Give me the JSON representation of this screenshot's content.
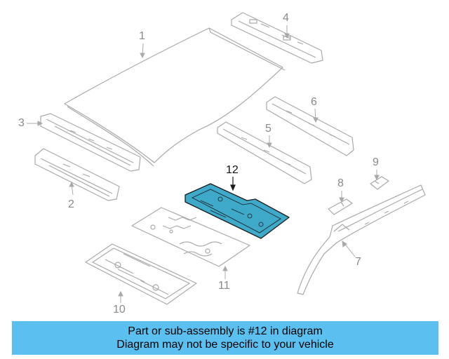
{
  "colors": {
    "line": "#a9a9a9",
    "highlight_fill": "#3fa9c9",
    "highlight_stroke": "#1b1b1b",
    "banner_bg": "#5bc0f0"
  },
  "callouts": [
    {
      "id": "1",
      "label": "1"
    },
    {
      "id": "2",
      "label": "2"
    },
    {
      "id": "3",
      "label": "3"
    },
    {
      "id": "4",
      "label": "4"
    },
    {
      "id": "5",
      "label": "5"
    },
    {
      "id": "6",
      "label": "6"
    },
    {
      "id": "7",
      "label": "7"
    },
    {
      "id": "8",
      "label": "8"
    },
    {
      "id": "9",
      "label": "9"
    },
    {
      "id": "10",
      "label": "10"
    },
    {
      "id": "11",
      "label": "11"
    },
    {
      "id": "12",
      "label": "12",
      "highlighted": true
    }
  ],
  "banner": {
    "line1": "Part or sub-assembly is #12 in diagram",
    "line2": "Diagram may not be specific to your vehicle"
  }
}
